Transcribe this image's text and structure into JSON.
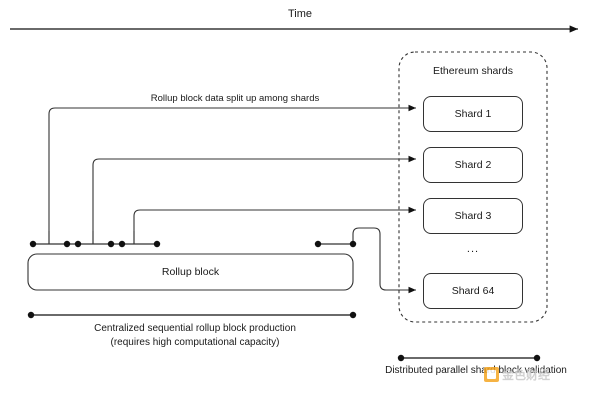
{
  "diagram": {
    "title_axis": "Time",
    "flow_label": "Rollup block data split up among shards",
    "rollup_block_label": "Rollup block",
    "ellipsis": "...",
    "caption_left_line1": "Centralized sequential rollup block production",
    "caption_left_line2": "(requires high computational capacity)",
    "caption_right": "Distributed parallel shard block validation",
    "shards_panel": {
      "title": "Ethereum shards",
      "boxes": [
        {
          "label": "Shard 1"
        },
        {
          "label": "Shard 2"
        },
        {
          "label": "Shard 3"
        },
        {
          "label": "Shard 64"
        }
      ]
    },
    "colors": {
      "stroke": "#333333",
      "text": "#1a1a1a",
      "background": "#ffffff",
      "watermark_accent": "#f5a623"
    },
    "watermark": {
      "text": "金色财经"
    }
  }
}
